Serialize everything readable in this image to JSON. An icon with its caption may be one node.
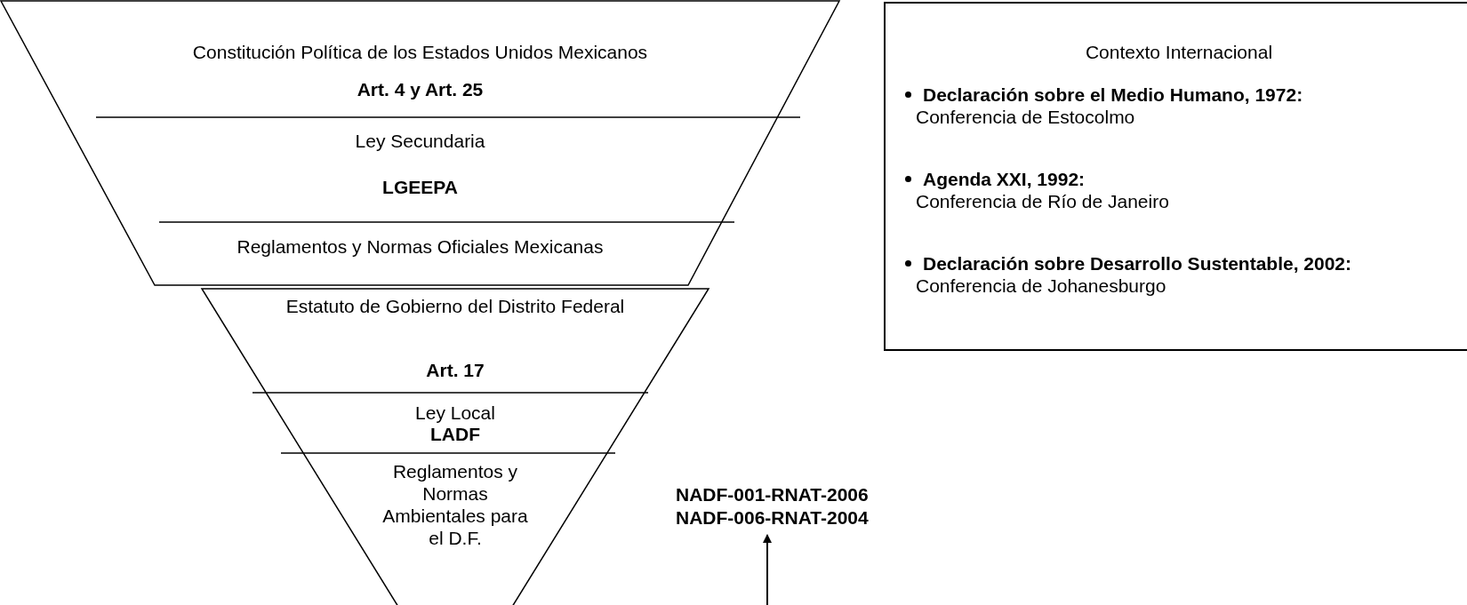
{
  "diagram": {
    "nodes": [
      {
        "text": [
          "Constitución Política de los Estados Unidos Mexicanos",
          "Art. 4 y Art. 25",
          "Ley Secundaria",
          "LGEEPA",
          "Reglamentos y Normas Oficiales Mexicanas"
        ]
      },
      {
        "text": [
          "Estatuto de Gobierno del Distrito Federal",
          "Art. 17",
          "Ley Local",
          "LADF",
          "Reglamentos y Normas Ambientales para el D.F."
        ]
      },
      {
        "text": [
          "Contexto Internacional",
          "**Declaración sobre el Medio Humano, 1972:** Conferencia de Estocolmo",
          "**Agenda XXI, 1992:** Conferencia de Río de Janeiro",
          "**Declaración sobre Desarrollo Sustentable, 2002:** Conferencia de Johanesburgo"
        ]
      },
      {
        "text": [
          "NADF-001-RNAT-2006",
          "NADF-006-RNAT-2004"
        ]
      }
    ],
    "edges": [
      {
        "from": null,
        "to": 3,
        "arrow": "to"
      }
    ]
  }
}
